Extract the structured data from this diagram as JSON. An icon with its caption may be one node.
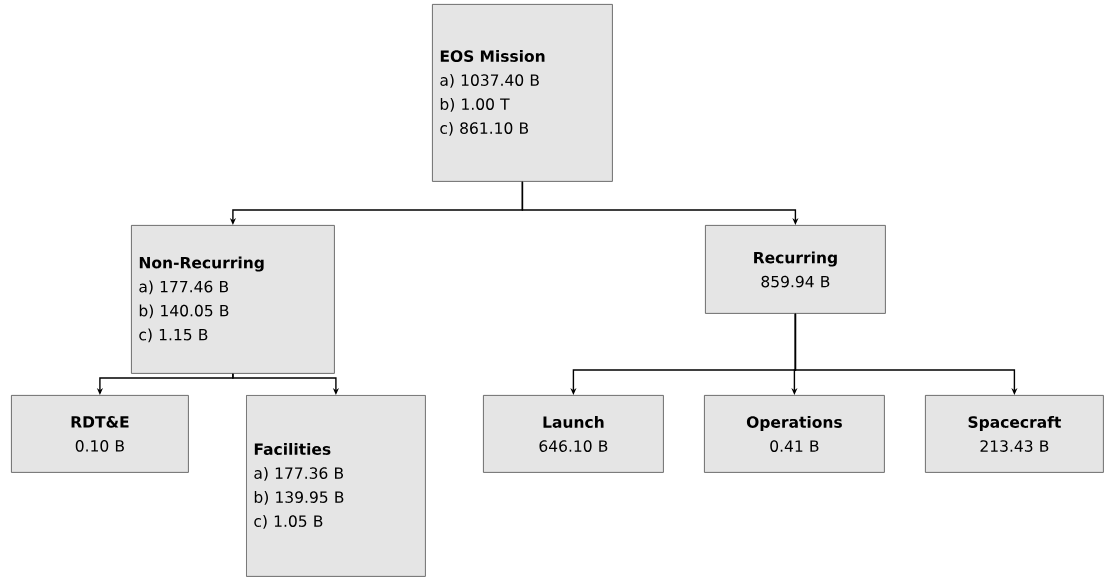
{
  "diagram": {
    "nodes": [
      {
        "text": [
          "EOS Mission",
          "a) 1037.40 B",
          "b) 1.00 T",
          "c) 861.10 B"
        ]
      },
      {
        "text": [
          "Non-Recurring",
          "a) 177.46 B",
          "b) 140.05 B",
          "c) 1.15 B"
        ]
      },
      {
        "text": [
          "Recurring",
          "859.94 B"
        ]
      },
      {
        "text": [
          "RDT&E",
          "0.10 B"
        ]
      },
      {
        "text": [
          "Facilities",
          "a) 177.36 B",
          "b) 139.95 B",
          "c) 1.05 B"
        ]
      },
      {
        "text": [
          "Launch",
          "646.10 B"
        ]
      },
      {
        "text": [
          "Operations",
          "0.41 B"
        ]
      },
      {
        "text": [
          "Spacecraft",
          "213.43 B"
        ]
      }
    ],
    "edges": [
      {
        "from": 0,
        "to": 1,
        "arrow": "to"
      },
      {
        "from": 0,
        "to": 2,
        "arrow": "to"
      },
      {
        "from": 1,
        "to": 3,
        "arrow": "to"
      },
      {
        "from": 1,
        "to": 4,
        "arrow": "to"
      },
      {
        "from": 2,
        "to": 5,
        "arrow": "to"
      },
      {
        "from": 2,
        "to": 6,
        "arrow": "to"
      },
      {
        "from": 2,
        "to": 7,
        "arrow": "to"
      }
    ]
  }
}
